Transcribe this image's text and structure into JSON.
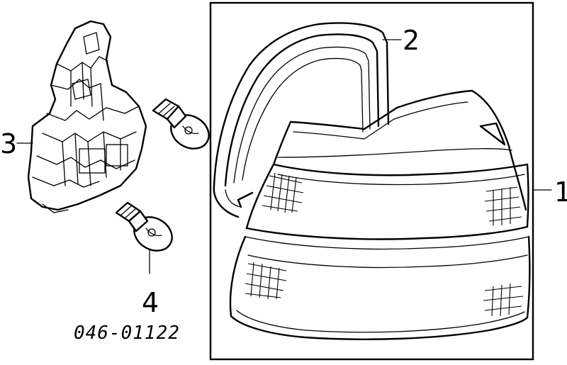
{
  "callouts": {
    "lamp_assembly": "1",
    "gasket": "2",
    "socket_holder": "3",
    "bulb": "4"
  },
  "part_number": "046-01122"
}
